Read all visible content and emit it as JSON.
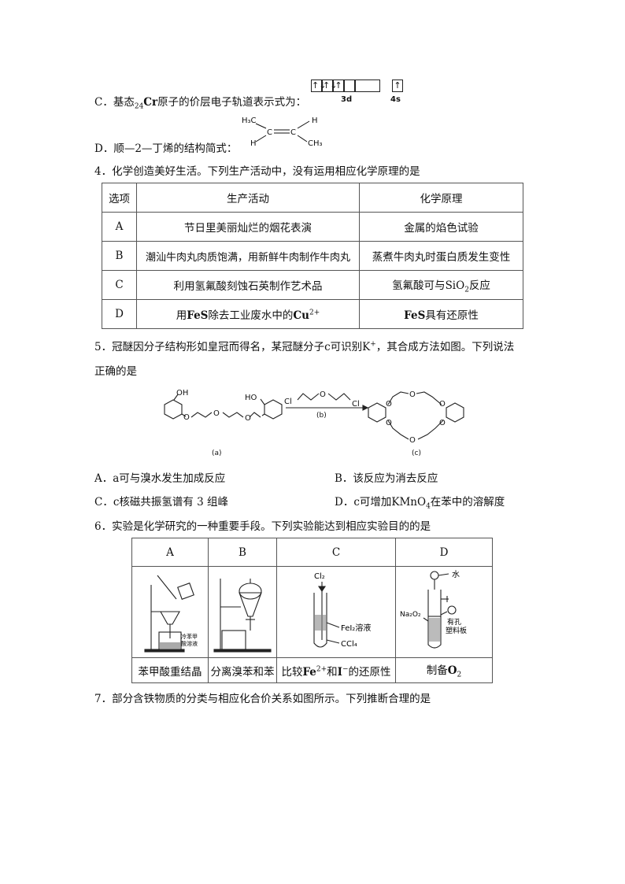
{
  "q3": {
    "optC": {
      "prefix": "C．基态",
      "mass": "24",
      "el": "Cr",
      "text": "原子的价层电子轨道表示式为：",
      "d_label": "3d",
      "s_label": "4s",
      "boxes_3d": [
        "↑↓",
        "↑↓",
        "↑",
        "",
        ""
      ],
      "box_4s": "↑"
    },
    "optD": {
      "text": "D．顺—2—丁烯的结构简式：",
      "h3c": "H₃C",
      "h_top": "H",
      "h_left": "H",
      "ch3": "CH₃",
      "c": "C"
    }
  },
  "q4": {
    "stem": "4．化学创造美好生活。下列生产活动中，没有运用相应化学原理的是",
    "headers": [
      "选项",
      "生产活动",
      "化学原理"
    ],
    "rows": [
      {
        "opt": "A",
        "activity": "节日里美丽灿烂的烟花表演",
        "principle": "金属的焰色试验"
      },
      {
        "opt": "B",
        "activity": "潮汕牛肉丸肉质饱满，用新鲜牛肉制作牛肉丸",
        "principle": "蒸煮牛肉丸时蛋白质发生变性"
      },
      {
        "opt": "C",
        "activity": "利用氢氟酸刻蚀石英制作艺术品",
        "principle_pre": "氢氟酸可与",
        "principle_f": "SiO",
        "principle_sub": "2",
        "principle_post": "反应"
      },
      {
        "opt": "D",
        "activity_pre": "用",
        "activity_f": "FeS",
        "activity_mid": "除去工业废水中的",
        "activity_f2": "Cu",
        "activity_sup": "2+",
        "principle_f": "FeS",
        "principle_post": "具有还原性"
      }
    ]
  },
  "q5": {
    "stem1_pre": "5．冠醚因分子结构形如皇冠而得名，某冠醚分子c可识别",
    "stem1_k": "K",
    "stem1_sup": "+",
    "stem1_post": "，其合成方法如图。下列说法",
    "stem2": "正确的是",
    "fig": {
      "oh1": "OH",
      "ho2": "HO",
      "o": "O",
      "cl": "Cl",
      "b": "(b)",
      "a": "(a)",
      "c": "(c)"
    },
    "optA": "A．a可与溴水发生加成反应",
    "optB": "B．该反应为消去反应",
    "optC": "C．c核磁共振氢谱有 3 组峰",
    "optD_pre": "D．c可增加",
    "optD_f": "KMnO",
    "optD_sub": "4",
    "optD_post": "在苯中的溶解度"
  },
  "q6": {
    "stem": "6．实验是化学研究的一种重要手段。下列实验能达到相应实验目的的是",
    "headers": [
      "A",
      "B",
      "C",
      "D"
    ],
    "labels": {
      "a_note1": "冷苯甲",
      "a_note2": "酸溶液",
      "c_cl2": "Cl₂",
      "c_fei2": "FeI₂溶液",
      "c_ccl4": "CCl₄",
      "d_water": "水",
      "d_na2o2": "Na₂O₂",
      "d_plate1": "有孔",
      "d_plate2": "塑料板"
    },
    "captions": {
      "a": "苯甲酸重结晶",
      "b": "分离溴苯和苯",
      "c_pre": "比较",
      "c_fe": "Fe",
      "c_sup1": "2+",
      "c_mid": "和",
      "c_i": "I",
      "c_sup2": "−",
      "c_post": "的还原性",
      "d_pre": "制备",
      "d_f": "O",
      "d_sub": "2"
    }
  },
  "q7": {
    "stem": "7．部分含铁物质的分类与相应化合价关系如图所示。下列推断合理的是"
  }
}
